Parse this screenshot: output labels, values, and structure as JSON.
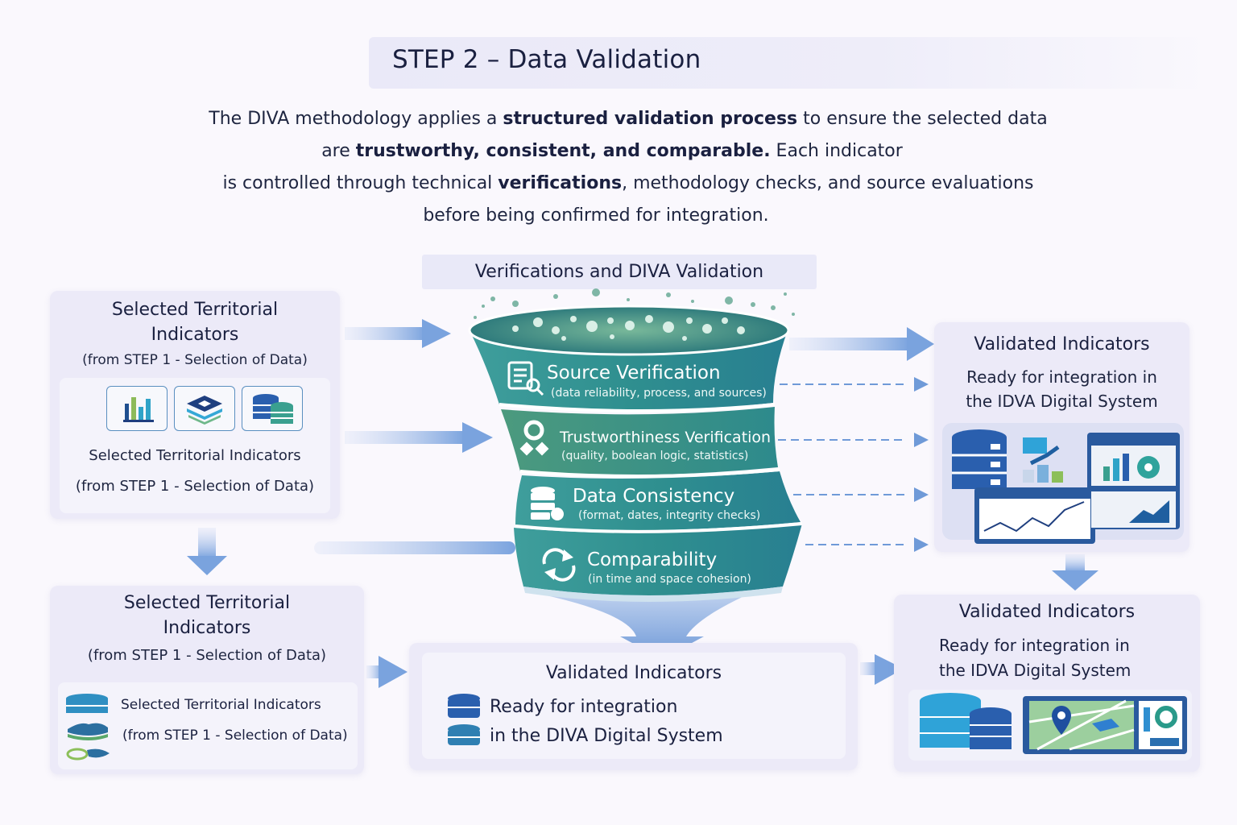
{
  "header": {
    "title": "STEP 2 – Data Validation"
  },
  "intro": {
    "line1": {
      "pre": "The DIVA methodology applies a ",
      "bold": "structured validation process",
      "post": " to ensure the selected data"
    },
    "line2": {
      "pre": "are ",
      "bold": "trustworthy, consistent, and comparable.",
      "post": " Each indicator"
    },
    "line3": {
      "pre": "is controlled through technical ",
      "bold": "verifications",
      "post": ", methodology checks, and source evaluations"
    },
    "line4": "before being confirmed for integration."
  },
  "center": {
    "header": "Verifications and DIVA Validation",
    "layers": [
      {
        "title": "Source Verification",
        "subtitle": "(data reliability, process, and sources)",
        "icon": "document-search-icon"
      },
      {
        "title": "Trustworthiness Verification",
        "subtitle": "(quality, boolean logic, statistics)",
        "icon": "trust-nodes-icon"
      },
      {
        "title": "Data Consistency",
        "subtitle": "(format, dates, integrity checks)",
        "icon": "database-check-icon"
      },
      {
        "title": "Comparability",
        "subtitle": "(in time and space cohesion)",
        "icon": "sync-arrows-icon"
      }
    ]
  },
  "left_top": {
    "title_line1": "Selected Territorial",
    "title_line2": "Indicators",
    "subtitle": "(from STEP 1 - Selection of Data)",
    "icons": [
      "bar-chart-icon",
      "layers-icon",
      "database-icon"
    ],
    "inner_title": "Selected Territorial Indicators",
    "inner_subtitle": "(from STEP 1 - Selection of Data)"
  },
  "left_bottom": {
    "title_line1": "Selected Territorial",
    "title_line2": "Indicators",
    "subtitle": "(from STEP 1 - Selection of Data)",
    "row1": "Selected Territorial Indicators",
    "row2": "(from STEP 1 - Selection of Data)"
  },
  "bottom_center": {
    "title": "Validated Indicators",
    "row1": "Ready for integration",
    "row2": "in the DIVA Digital System"
  },
  "right_top": {
    "title": "Validated Indicators",
    "line1": "Ready for integration in",
    "line2": "the IDVA Digital System"
  },
  "right_bottom": {
    "title": "Validated Indicators",
    "line1": "Ready for integration in",
    "line2": "the IDVA Digital System"
  },
  "colors": {
    "funnel_teal": "#2a8f93",
    "funnel_green": "#3f9a86",
    "arrow_blue": "#6f9ad8",
    "text_navy": "#1a2040",
    "card_bg": "#eceaf8"
  }
}
